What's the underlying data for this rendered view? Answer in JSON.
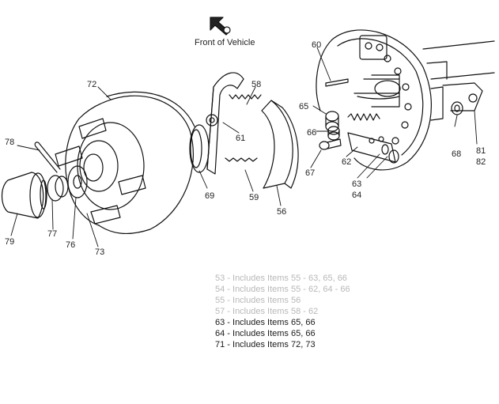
{
  "header": {
    "direction_label": "Front of Vehicle",
    "icon": "arrow-icon"
  },
  "callouts": [
    "72",
    "58",
    "60",
    "65",
    "78",
    "61",
    "66",
    "68",
    "81",
    "82",
    "67",
    "62",
    "63",
    "64",
    "69",
    "59",
    "56",
    "79",
    "77",
    "76",
    "73"
  ],
  "notes": [
    {
      "text": "53 - Includes Items 55 - 63, 65, 66",
      "status": "faded"
    },
    {
      "text": "54 - Includes Items 55 - 62, 64 - 66",
      "status": "faded"
    },
    {
      "text": "55 - Includes Items 56",
      "status": "faded"
    },
    {
      "text": "57 - Includes Items 58 - 62",
      "status": "faded"
    },
    {
      "text": "63 - Includes Items 65, 66",
      "status": "dark"
    },
    {
      "text": "64 - Includes Items 65, 66",
      "status": "dark"
    },
    {
      "text": "71 - Includes Items 72, 73",
      "status": "dark"
    }
  ]
}
